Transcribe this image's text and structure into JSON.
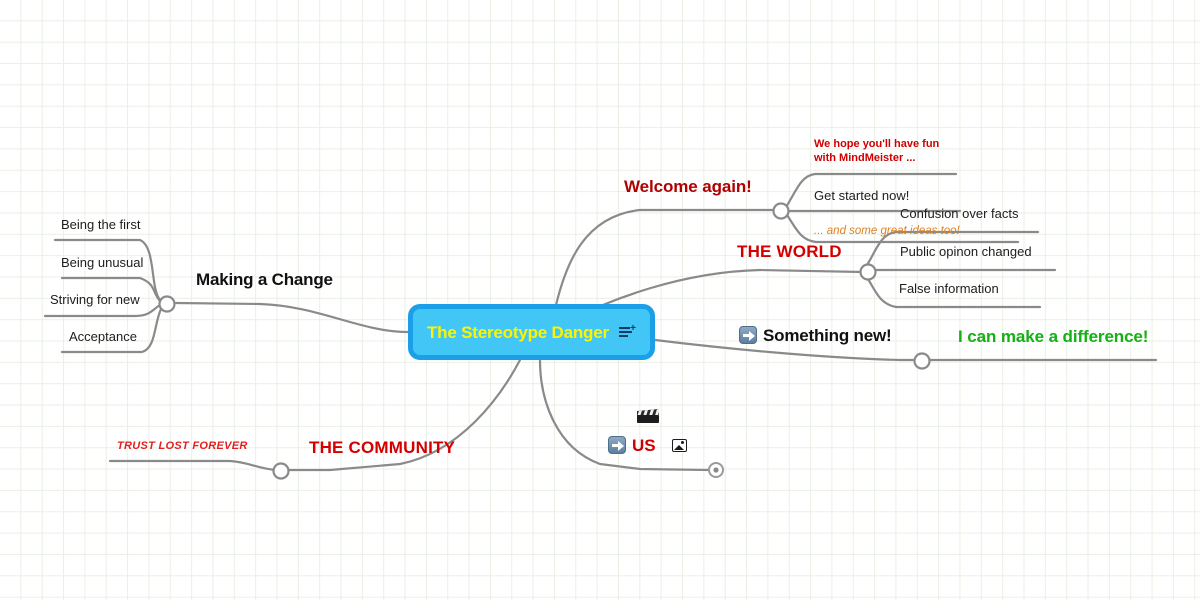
{
  "app": {
    "name": "MindMeister",
    "canvas_background": "#ffffff",
    "grid_color": "#eaf0e4"
  },
  "central": {
    "label": "The Stereotype Danger",
    "text_color": "#fbf500",
    "fill_color": "#42c6f5",
    "border_color": "#1a9fe8",
    "note_icon": "note-add-icon"
  },
  "branches": {
    "making_a_change": {
      "label": "Making a Change",
      "color": "#111111",
      "children": [
        {
          "label": "Being the first",
          "color": "#1d1d1d"
        },
        {
          "label": "Being unusual",
          "color": "#1d1d1d"
        },
        {
          "label": "Striving for new",
          "color": "#1d1d1d"
        },
        {
          "label": "Acceptance",
          "color": "#1d1d1d"
        }
      ]
    },
    "welcome": {
      "label": "Welcome again!",
      "color": "#b00000",
      "children": [
        {
          "label": "We hope you'll have fun with MindMeister ...",
          "color": "#d00000",
          "style": "red-bold-small"
        },
        {
          "label": "Get started now!",
          "color": "#1d1d1d",
          "style": "plain"
        },
        {
          "label": "... and some great ideas too!",
          "color": "#e08020",
          "style": "orange-italic"
        }
      ]
    },
    "the_world": {
      "label": "THE WORLD",
      "color": "#d40000",
      "children": [
        {
          "label": "Confusion over facts",
          "color": "#1d1d1d"
        },
        {
          "label": "Public opinon changed",
          "color": "#1d1d1d"
        },
        {
          "label": "False information",
          "color": "#1d1d1d"
        }
      ]
    },
    "something_new": {
      "label": "Something new!",
      "color": "#111111",
      "icon": "arrow-right-icon",
      "children": [
        {
          "label": "I can make a difference!",
          "color": "#14b014"
        }
      ]
    },
    "the_community": {
      "label": "THE COMMUNITY",
      "color": "#d40000",
      "children": [
        {
          "label": "TRUST LOST FOREVER",
          "color": "#e32020"
        }
      ]
    },
    "us": {
      "label": "US",
      "color": "#cc0000",
      "icons": [
        "arrow-right-icon",
        "image-icon",
        "film-icon"
      ],
      "collapsed_child_indicator": true
    }
  }
}
